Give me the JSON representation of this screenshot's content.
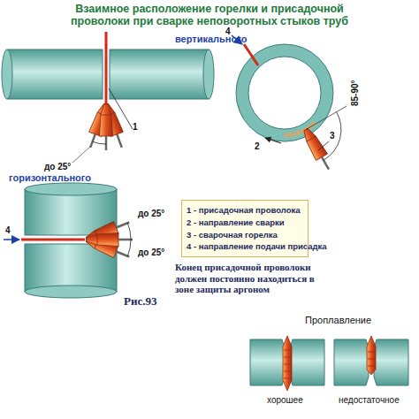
{
  "diagram": {
    "title": "Взаимное расположение горелки и присадочной проволоки при сварке неповоротных стыков труб",
    "caption": "Рис.93",
    "nodes": [
      {
        "text": [
          "1 - присадочная проволока",
          "2 - направление сварки",
          "3 - сварочная горелка",
          "4 - направление подачи присадка"
        ]
      }
    ],
    "labels": [
      "вертикального",
      "1",
      "до 25°",
      "4",
      "2",
      "3",
      "85-90°",
      "горизонтального",
      "4",
      "до 25°",
      "до 25°",
      "Конец присадочной проволоки должен постоянно находиться в зоне защиты аргоном",
      "Проплавление",
      "хорошее",
      "недостаточное"
    ]
  }
}
